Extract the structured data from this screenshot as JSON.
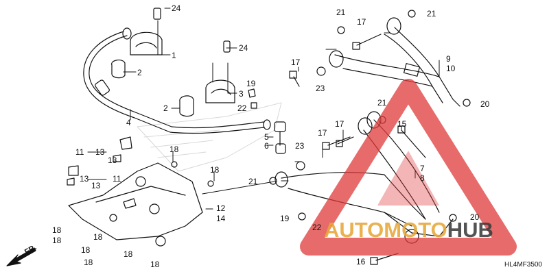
{
  "diagram": {
    "code": "HL4MF3500",
    "front_indicator": "FR.",
    "callouts": [
      {
        "id": "c24a",
        "text": "24"
      },
      {
        "id": "c1",
        "text": "1"
      },
      {
        "id": "c2a",
        "text": "2"
      },
      {
        "id": "c24b",
        "text": "24"
      },
      {
        "id": "c3",
        "text": "3"
      },
      {
        "id": "c19a",
        "text": "19"
      },
      {
        "id": "c22a",
        "text": "22"
      },
      {
        "id": "c2b",
        "text": "2"
      },
      {
        "id": "c4",
        "text": "4"
      },
      {
        "id": "c5",
        "text": "5"
      },
      {
        "id": "c6",
        "text": "6"
      },
      {
        "id": "c11a",
        "text": "11"
      },
      {
        "id": "c13a",
        "text": "13"
      },
      {
        "id": "c13b",
        "text": "13"
      },
      {
        "id": "c11b",
        "text": "11"
      },
      {
        "id": "c13c",
        "text": "13"
      },
      {
        "id": "c13d",
        "text": "13"
      },
      {
        "id": "c18a",
        "text": "18"
      },
      {
        "id": "c18b",
        "text": "18"
      },
      {
        "id": "c12",
        "text": "12"
      },
      {
        "id": "c14",
        "text": "14"
      },
      {
        "id": "c18c",
        "text": "18"
      },
      {
        "id": "c18d",
        "text": "18"
      },
      {
        "id": "c18e",
        "text": "18"
      },
      {
        "id": "c18f",
        "text": "18"
      },
      {
        "id": "c18g",
        "text": "18"
      },
      {
        "id": "c18h",
        "text": "18"
      },
      {
        "id": "c18i",
        "text": "18"
      },
      {
        "id": "c21a",
        "text": "21"
      },
      {
        "id": "c21b",
        "text": "21"
      },
      {
        "id": "c17a",
        "text": "17"
      },
      {
        "id": "c9",
        "text": "9"
      },
      {
        "id": "c10",
        "text": "10"
      },
      {
        "id": "c17b",
        "text": "17"
      },
      {
        "id": "c23a",
        "text": "23"
      },
      {
        "id": "c21c",
        "text": "21"
      },
      {
        "id": "c20a",
        "text": "20"
      },
      {
        "id": "c15",
        "text": "15"
      },
      {
        "id": "c17c",
        "text": "17"
      },
      {
        "id": "c17d",
        "text": "17"
      },
      {
        "id": "c23b",
        "text": "23"
      },
      {
        "id": "c7",
        "text": "7"
      },
      {
        "id": "c8",
        "text": "8"
      },
      {
        "id": "c21d",
        "text": "21"
      },
      {
        "id": "c19b",
        "text": "19"
      },
      {
        "id": "c22b",
        "text": "22"
      },
      {
        "id": "c20b",
        "text": "20"
      },
      {
        "id": "c16",
        "text": "16"
      }
    ]
  },
  "watermark": {
    "auto": "AUTO",
    "moto": "MOTO",
    "hub": "HUB",
    "colors": {
      "orange": "#e8a73a",
      "red": "#e03a3a",
      "dark": "#3c3c3c"
    }
  }
}
